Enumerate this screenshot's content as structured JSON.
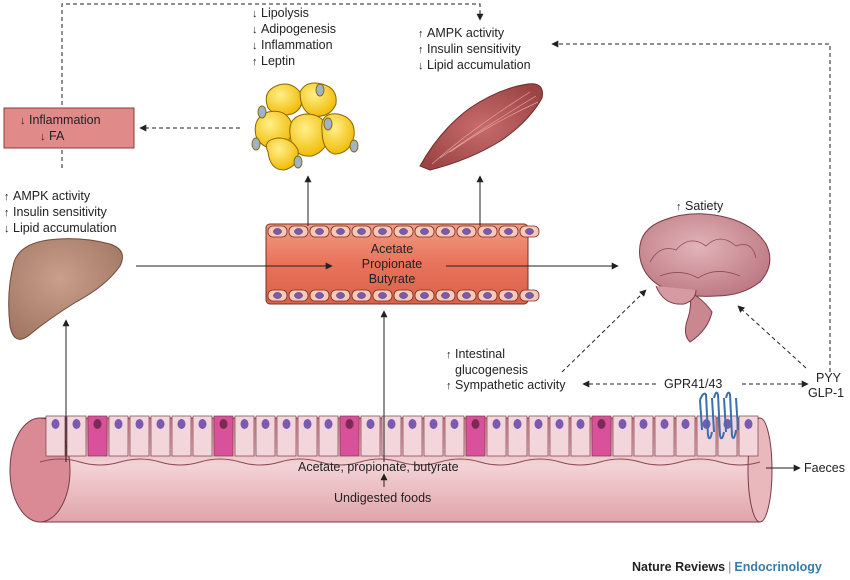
{
  "adipose": {
    "lines": [
      {
        "dir": "down",
        "text": "Lipolysis"
      },
      {
        "dir": "down",
        "text": "Adipogenesis"
      },
      {
        "dir": "down",
        "text": "Inflammation"
      },
      {
        "dir": "up",
        "text": "Leptin"
      }
    ]
  },
  "muscle": {
    "lines": [
      {
        "dir": "up",
        "text": "AMPK activity"
      },
      {
        "dir": "up",
        "text": "Insulin sensitivity"
      },
      {
        "dir": "down",
        "text": "Lipid accumulation"
      }
    ]
  },
  "box": {
    "lines": [
      {
        "dir": "down",
        "text": "Inflammation"
      },
      {
        "dir": "down",
        "text": "FA"
      }
    ]
  },
  "liver": {
    "lines": [
      {
        "dir": "up",
        "text": "AMPK activity"
      },
      {
        "dir": "up",
        "text": "Insulin sensitivity"
      },
      {
        "dir": "down",
        "text": "Lipid accumulation"
      }
    ]
  },
  "vessel": {
    "lines": [
      "Acetate",
      "Propionate",
      "Butyrate"
    ]
  },
  "brain": {
    "dir": "up",
    "text": "Satiety"
  },
  "intestinal": {
    "lines": [
      {
        "dir": "up",
        "text": "Intestinal"
      },
      {
        "dir": "",
        "text": "glucogenesis"
      },
      {
        "dir": "up",
        "text": "Sympathetic activity"
      }
    ]
  },
  "receptor": "GPR41/43",
  "hormones": [
    "PYY",
    "GLP-1"
  ],
  "gut": {
    "scfa": "Acetate, propionate, butyrate",
    "input": "Undigested foods",
    "output": "Faeces"
  },
  "credit": {
    "journal": "Nature Reviews",
    "separator": "|",
    "section": "Endocrinology"
  },
  "colors": {
    "vessel": "#e8735a",
    "adipocyte": "#f5c518",
    "box": "#e08a8a",
    "goblet": "#d9519a",
    "receptor": "#3a6fb0",
    "credit_accent": "#3a7ca8"
  }
}
